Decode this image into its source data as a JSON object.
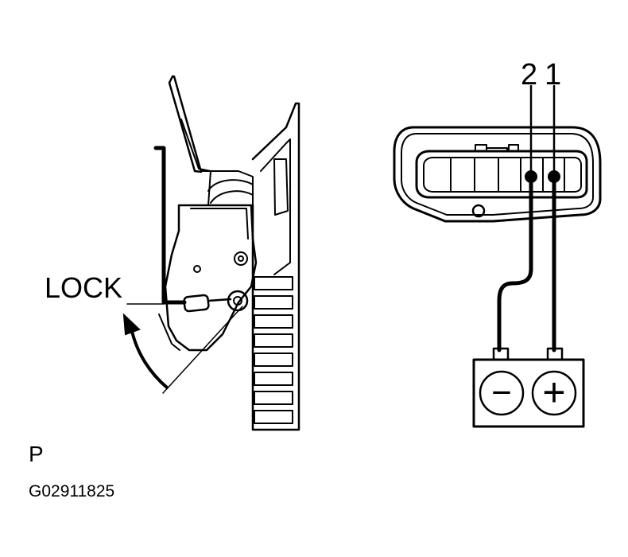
{
  "labels": {
    "lock": "LOCK",
    "pin_2": "2",
    "pin_1": "1",
    "position": "P",
    "figure_code": "G02911825"
  },
  "battery": {
    "negative_symbol": "−",
    "positive_symbol": "+"
  },
  "colors": {
    "line": "#000000",
    "background": "#ffffff"
  }
}
